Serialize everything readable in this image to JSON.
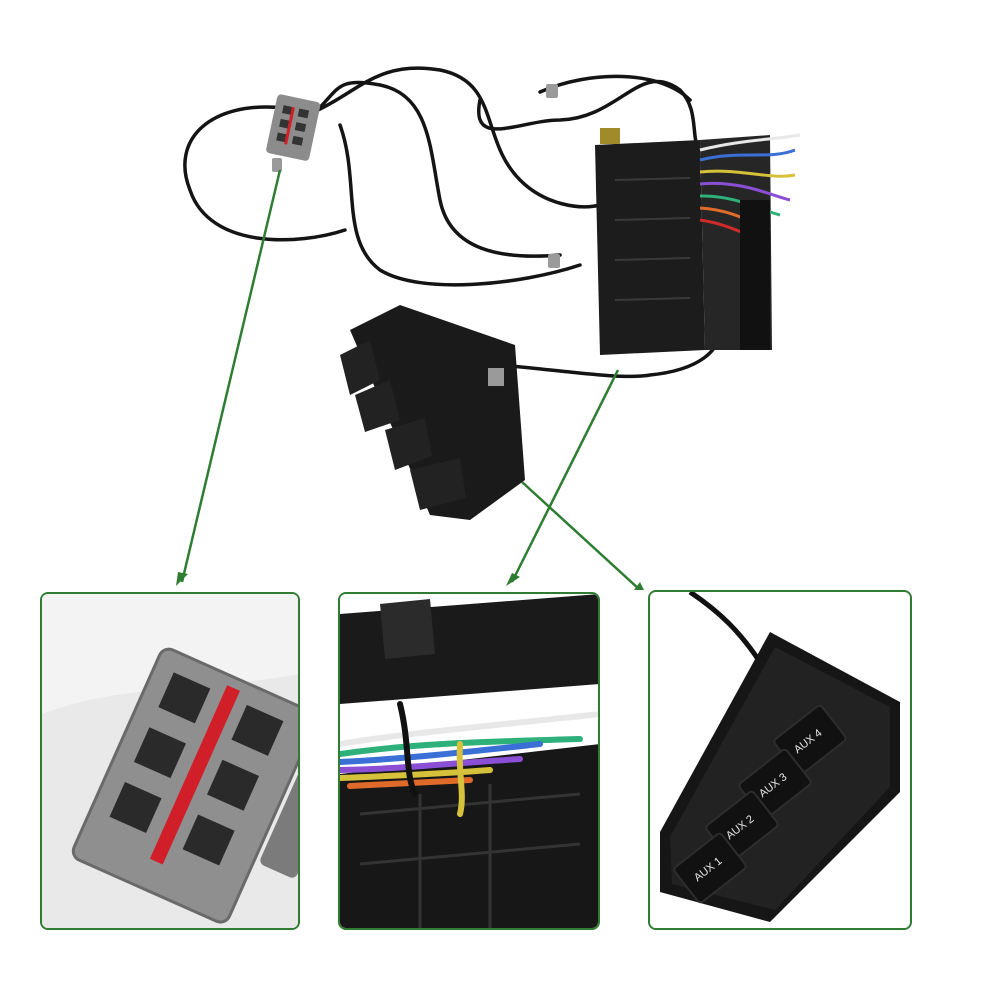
{
  "switch_panel": {
    "buttons": [
      "AUX 4",
      "AUX 3",
      "AUX 2",
      "AUX 1"
    ]
  },
  "colors": {
    "border": "#2e7d32",
    "arrow": "#2e7d32",
    "connector_gray": "#8c8c8c",
    "wire_red": "#d11f2a",
    "plastic_black": "#1c1c1c"
  }
}
